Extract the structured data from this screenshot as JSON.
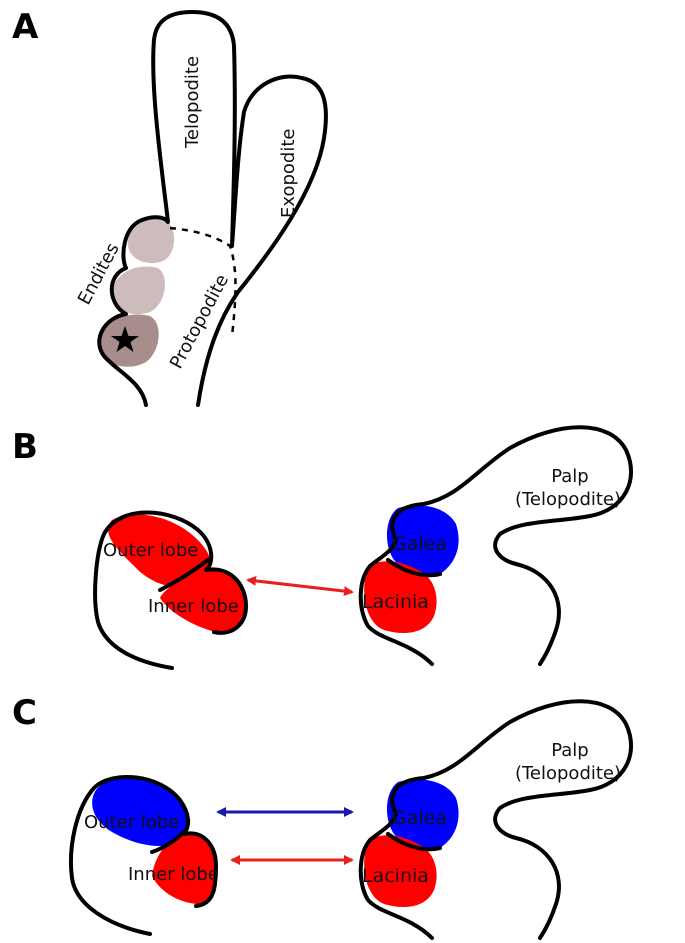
{
  "panels": {
    "a": {
      "letter": "A",
      "labels": {
        "telopodite": "Telopodite",
        "exopodite": "Exopodite",
        "endites": "Endites",
        "protopodite": "Protopodite"
      },
      "colors": {
        "endite_light": "#cdbcbb",
        "endite_dark": "#a78d8b"
      }
    },
    "b": {
      "letter": "B",
      "labels": {
        "outer_lobe": "Outer lobe",
        "inner_lobe": "Inner lobe",
        "galea": "Galea",
        "lacinia": "Lacinia",
        "palp_line1": "Palp",
        "palp_line2": "(Telopodite)"
      },
      "colors": {
        "red": "#ff0000",
        "blue": "#0000ff"
      }
    },
    "c": {
      "letter": "C",
      "labels": {
        "outer_lobe": "Outer lobe",
        "inner_lobe": "Inner lobe",
        "galea": "Galea",
        "lacinia": "Lacinia",
        "palp_line1": "Palp",
        "palp_line2": "(Telopodite)"
      },
      "colors": {
        "red": "#ff0000",
        "blue": "#0000ff",
        "arrow_blue": "#1a1aa8",
        "arrow_red": "#e82020"
      }
    }
  }
}
